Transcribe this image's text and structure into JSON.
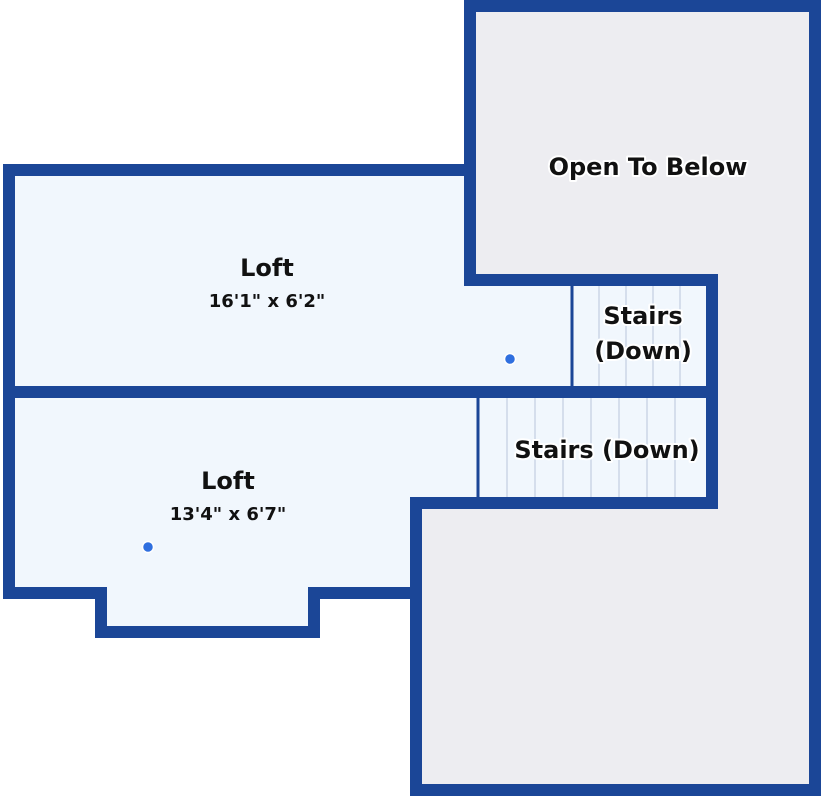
{
  "colors": {
    "wall": "#1b4697",
    "loft_fill": "#f1f7fd",
    "open_fill": "#ededf1",
    "stair_line": "#b9c6da",
    "marker": "#2f6fdf"
  },
  "rooms": {
    "open_to_below": {
      "label": "Open To Below"
    },
    "loft_upper": {
      "label": "Loft",
      "dimensions": "16'1\" x 6'2\""
    },
    "loft_lower": {
      "label": "Loft",
      "dimensions": "13'4\" x 6'7\""
    },
    "stairs_upper": {
      "label_line1": "Stairs",
      "label_line2": "(Down)"
    },
    "stairs_lower": {
      "label": "Stairs (Down)"
    }
  }
}
